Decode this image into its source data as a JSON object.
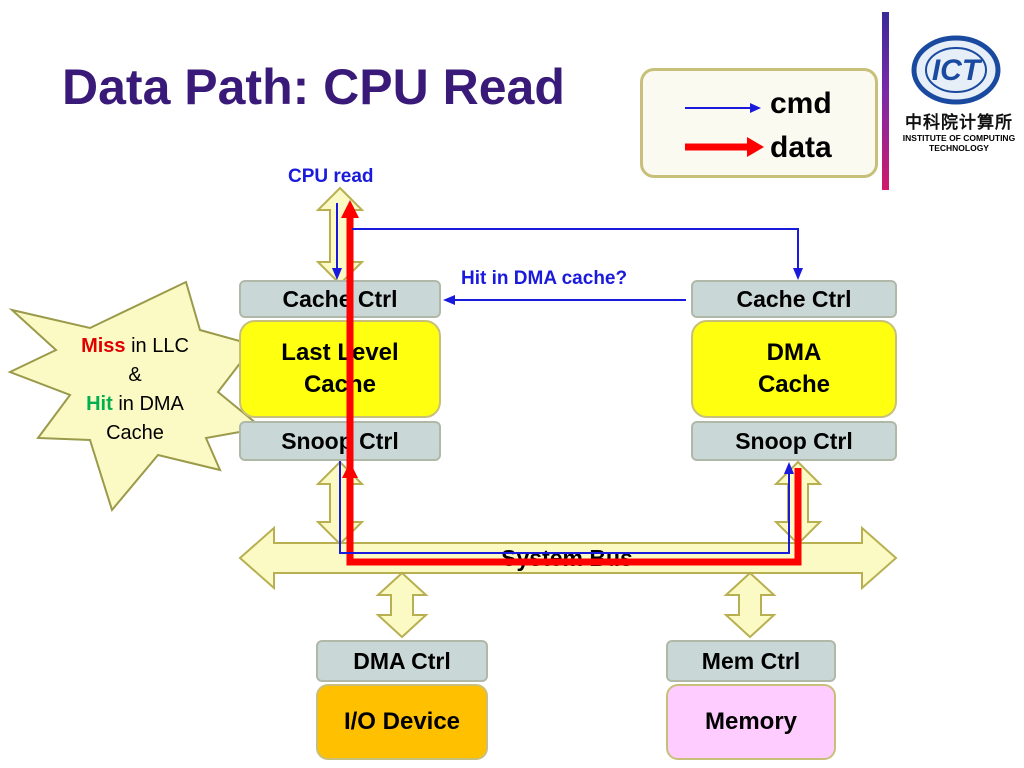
{
  "slide": {
    "title": "Data Path: CPU Read"
  },
  "legend": {
    "cmd_label": "cmd",
    "data_label": "data",
    "cmd_color": "#1a1adc",
    "data_color": "#ff0000"
  },
  "logo": {
    "acronym": "ICT",
    "chinese_name": "中科院计算所",
    "institute_line1": "INSTITUTE OF COMPUTING",
    "institute_line2": "TECHNOLOGY"
  },
  "labels": {
    "cpu_read": "CPU read",
    "hit_in_dma_cache": "Hit in DMA cache?",
    "system_bus": "System Bus"
  },
  "left_cache": {
    "ctrl": "Cache Ctrl",
    "name_line1": "Last Level",
    "name_line2": "Cache",
    "snoop": "Snoop Ctrl"
  },
  "right_cache": {
    "ctrl": "Cache Ctrl",
    "name_line1": "DMA",
    "name_line2": "Cache",
    "snoop": "Snoop Ctrl"
  },
  "io": {
    "ctrl": "DMA Ctrl",
    "device": "I/O Device"
  },
  "mem": {
    "ctrl": "Mem Ctrl",
    "device": "Memory"
  },
  "callout": {
    "miss": "Miss",
    "miss_rest": " in LLC",
    "amp": "&",
    "hit": "Hit",
    "hit_rest": " in DMA",
    "last": "Cache"
  }
}
